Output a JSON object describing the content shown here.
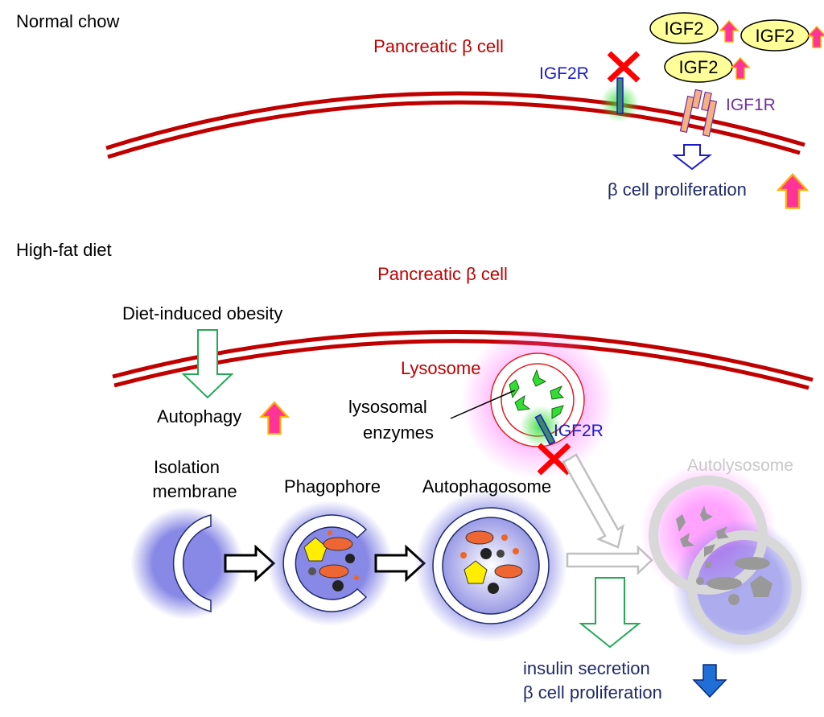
{
  "top_panel": {
    "title": "Normal chow",
    "cell_label": "Pancreatic β cell",
    "igf2r_label": "IGF2R",
    "igf2_labels": [
      "IGF2",
      "IGF2",
      "IGF2"
    ],
    "igf1r_label": "IGF1R",
    "outcome": "β cell proliferation"
  },
  "bottom_panel": {
    "title": "High-fat diet",
    "cell_label": "Pancreatic β cell",
    "trigger": "Diet-induced obesity",
    "autophagy": "Autophagy",
    "lysosome": "Lysosome",
    "enzymes_line1": "lysosomal",
    "enzymes_line2": "enzymes",
    "igf2r_label": "IGF2R",
    "isolation_line1": "Isolation",
    "isolation_line2": "membrane",
    "phagophore": "Phagophore",
    "autophagosome": "Autophagosome",
    "autolysosome": "Autolysosome",
    "outcome_line1": "insulin secretion",
    "outcome_line2": "β cell proliferation"
  },
  "colors": {
    "membrane": "#c00000",
    "increase_arrow": "#ff3399",
    "decrease_arrow": "#1f6fd6",
    "inhibition_x": "#ff0000",
    "igf2": "#ffff99",
    "igf1r": "#f4b183"
  }
}
